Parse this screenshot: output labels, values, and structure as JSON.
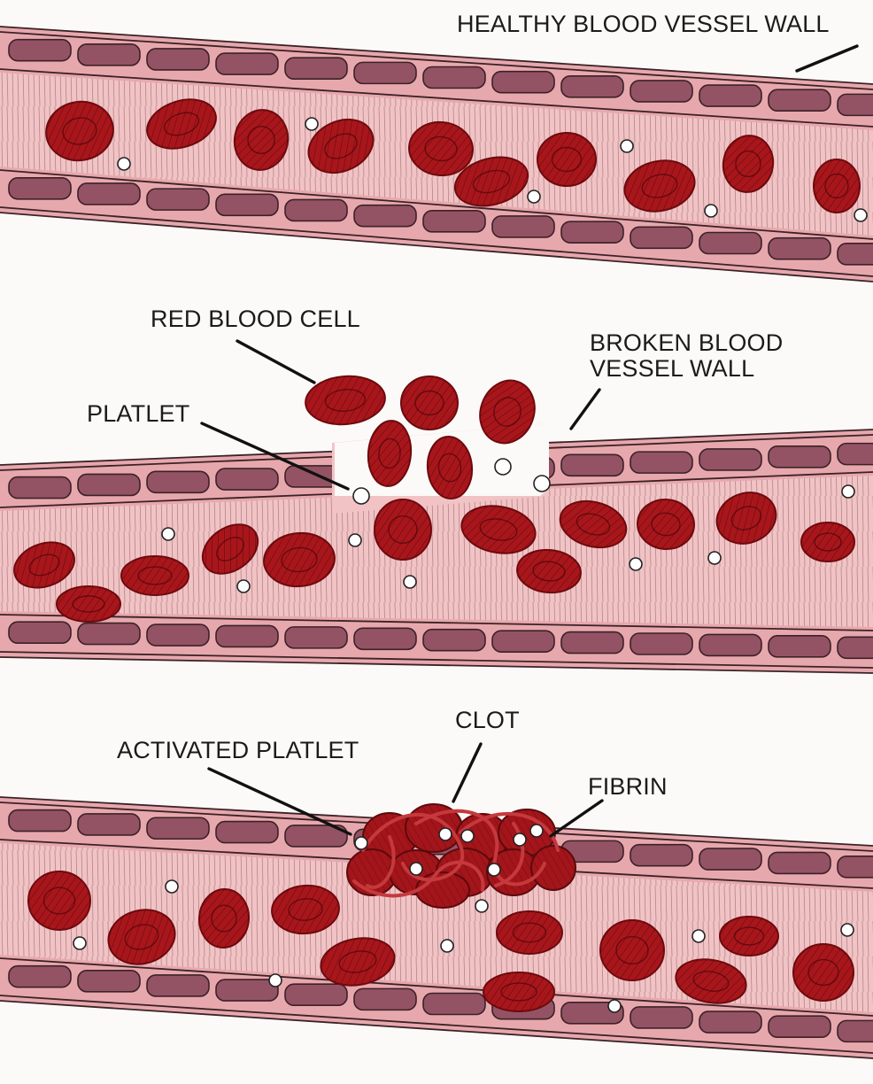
{
  "labels": {
    "healthy_wall": "HEALTHY BLOOD VESSEL WALL",
    "red_blood_cell": "RED BLOOD CELL",
    "broken_wall_line1": "BROKEN BLOOD",
    "broken_wall_line2": "VESSEL WALL",
    "platelet": "PLATLET",
    "clot": "CLOT",
    "activated_platelet": "ACTIVATED PLATLET",
    "fibrin": "FIBRIN"
  },
  "colors": {
    "background": "#fbfaf8",
    "vessel_lumen": "#f2c3c5",
    "vessel_wall_band": "#e7a8ad",
    "wall_cells": "#8a4a5e",
    "red_blood_cell": "#a8161b",
    "red_blood_cell_dark": "#6e0a0e",
    "platelet": "#ffffff",
    "ink": "#1b1b1b"
  }
}
